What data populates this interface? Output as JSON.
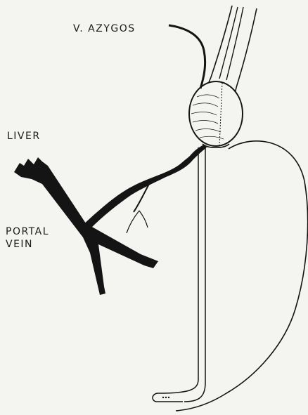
{
  "labels": {
    "azygos": "V. AZYGOS",
    "liver": "LIVER",
    "portal_line1": "PORTAL",
    "portal_line2": "VEIN"
  },
  "colors": {
    "background": "#f4f4f1",
    "ink": "#141414"
  }
}
